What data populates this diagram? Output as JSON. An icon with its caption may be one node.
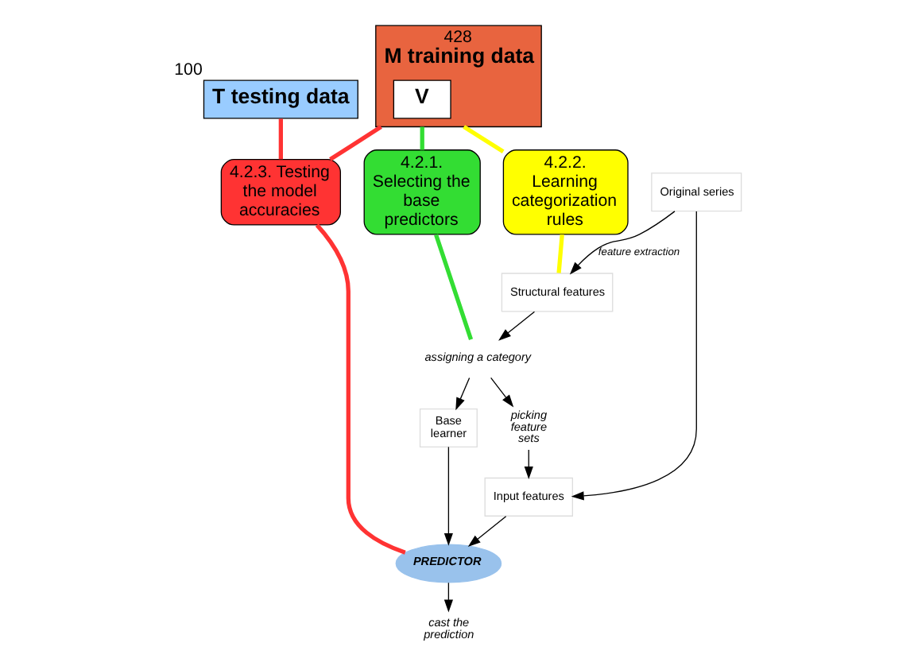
{
  "diagram": {
    "nodes": [
      {
        "text": [
          "M training data"
        ],
        "beside": [
          "428"
        ]
      },
      {
        "text": [
          "V"
        ],
        "in": 0
      },
      {
        "text": [
          "T testing data"
        ],
        "beside": [
          "100"
        ]
      },
      {
        "text": [
          "4.2.2. Learning categorization rules"
        ]
      },
      {
        "text": [
          "4.2.3. Testing the model accuracies"
        ]
      },
      {
        "text": [
          "4.2.1. Selecting the base predictors"
        ]
      },
      {
        "text": [
          "Original series"
        ]
      },
      {
        "text": [
          "Structural features"
        ]
      },
      {
        "text": [
          "assigning a category"
        ]
      },
      {
        "text": [
          "picking feature sets"
        ]
      },
      {
        "text": [
          "Base learner"
        ]
      },
      {
        "text": [
          "Input features"
        ]
      },
      {
        "text": [
          "PREDICTOR"
        ]
      },
      {
        "text": [
          "cast the prediction"
        ]
      }
    ],
    "edges": [
      {
        "from": 0,
        "to": 3,
        "arrow": "none",
        "style": "thick",
        "color": "#ffff00"
      },
      {
        "from": 0,
        "to": 4,
        "arrow": "none",
        "style": "thick",
        "color": "#ff3333"
      },
      {
        "from": 2,
        "to": 4,
        "arrow": "none",
        "style": "thick",
        "color": "#ff3333"
      },
      {
        "from": 0,
        "to": 5,
        "arrow": "none",
        "style": "thick",
        "color": "#33dd33"
      },
      {
        "from": 3,
        "to": 7,
        "arrow": "none",
        "style": "thick",
        "color": "#ffff00"
      },
      {
        "from": 5,
        "to": 8,
        "arrow": "none",
        "style": "thick",
        "color": "#33dd33"
      },
      {
        "from": 4,
        "to": 12,
        "arrow": "none",
        "style": "thick",
        "color": "#ff3333"
      },
      {
        "from": 6,
        "to": 7,
        "arrow": "to",
        "label": "feature extraction"
      },
      {
        "from": 7,
        "to": 8,
        "arrow": "to"
      },
      {
        "from": 8,
        "to": 9,
        "arrow": "to"
      },
      {
        "from": 8,
        "to": 10,
        "arrow": "to"
      },
      {
        "from": 9,
        "to": 11,
        "arrow": "to"
      },
      {
        "from": 6,
        "to": 11,
        "arrow": "to"
      },
      {
        "from": 10,
        "to": 12,
        "arrow": "to"
      },
      {
        "from": 11,
        "to": 12,
        "arrow": "to"
      },
      {
        "from": 12,
        "to": 13,
        "arrow": "to"
      }
    ]
  }
}
